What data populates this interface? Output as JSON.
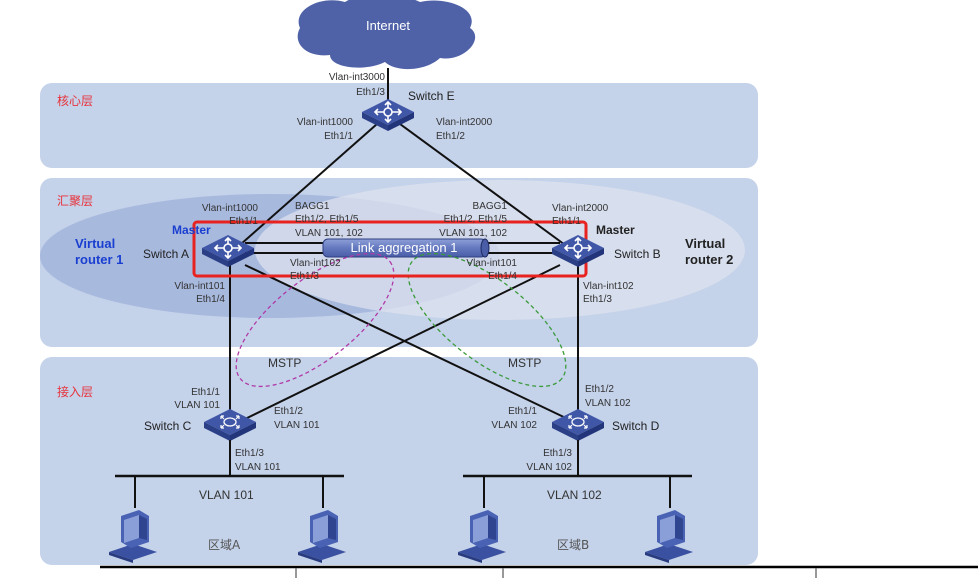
{
  "title": "Network topology: VRRP + MSTP with link aggregation",
  "colors": {
    "layer_bg": "#c4d2ea",
    "layer_label": "#e8333b",
    "cloud": "#4f62a8",
    "switch": "#3f55a6",
    "highlight_box": "#e8221e",
    "mstp_instance_1": "#b03aa8",
    "mstp_instance_2": "#3a9a3a",
    "virtual_router_1": "#9fb0d8",
    "virtual_router_2": "#dde2ee"
  },
  "layers": {
    "core": "核心层",
    "aggregation": "汇聚层",
    "access": "接入层"
  },
  "internet": {
    "label": "Internet"
  },
  "switches": {
    "e": {
      "name": "Switch E"
    },
    "a": {
      "name": "Switch A",
      "role": "Master"
    },
    "b": {
      "name": "Switch B",
      "role": "Master"
    },
    "c": {
      "name": "Switch C"
    },
    "d": {
      "name": "Switch D"
    }
  },
  "virtual_routers": {
    "vr1": {
      "line1": "Virtual",
      "line2": "router 1"
    },
    "vr2": {
      "line1": "Virtual",
      "line2": "router 2"
    }
  },
  "ports": {
    "e_up_vlan": "Vlan-int3000",
    "e_up_eth": "Eth1/3",
    "e_left_vlan": "Vlan-int1000",
    "e_left_eth": "Eth1/1",
    "e_right_vlan": "Vlan-int2000",
    "e_right_eth": "Eth1/2",
    "a_up_vlan": "Vlan-int1000",
    "a_up_eth": "Eth1/1",
    "a_bagg": "BAGG1",
    "a_bagg_eth": "Eth1/2, Eth1/5",
    "a_bagg_vlan": "VLAN 101, 102",
    "a_cross_vlan": "Vlan-int102",
    "a_cross_eth": "Eth1/3",
    "a_down_vlan": "Vlan-int101",
    "a_down_eth": "Eth1/4",
    "b_up_vlan": "Vlan-int2000",
    "b_up_eth": "Eth1/1",
    "b_bagg": "BAGG1",
    "b_bagg_eth": "Eth1/2, Eth1/5",
    "b_bagg_vlan": "VLAN 101, 102",
    "b_cross_vlan": "Vlan-int101",
    "b_cross_eth": "Eth1/4",
    "b_down_vlan": "Vlan-int102",
    "b_down_eth": "Eth1/3",
    "c_up_eth": "Eth1/1",
    "c_up_vlan": "VLAN 101",
    "c_cross_eth": "Eth1/2",
    "c_cross_vlan": "VLAN 101",
    "c_down_eth": "Eth1/3",
    "c_down_vlan": "VLAN 101",
    "d_up_eth": "Eth1/2",
    "d_up_vlan": "VLAN 102",
    "d_cross_eth": "Eth1/1",
    "d_cross_vlan": "VLAN 102",
    "d_down_eth": "Eth1/3",
    "d_down_vlan": "VLAN 102"
  },
  "link_aggregation": {
    "label": "Link aggregation 1"
  },
  "mstp": {
    "left": "MSTP",
    "right": "MSTP"
  },
  "zones": {
    "a": {
      "vlan": "VLAN 101",
      "name": "区域A"
    },
    "b": {
      "vlan": "VLAN 102",
      "name": "区域B"
    }
  }
}
